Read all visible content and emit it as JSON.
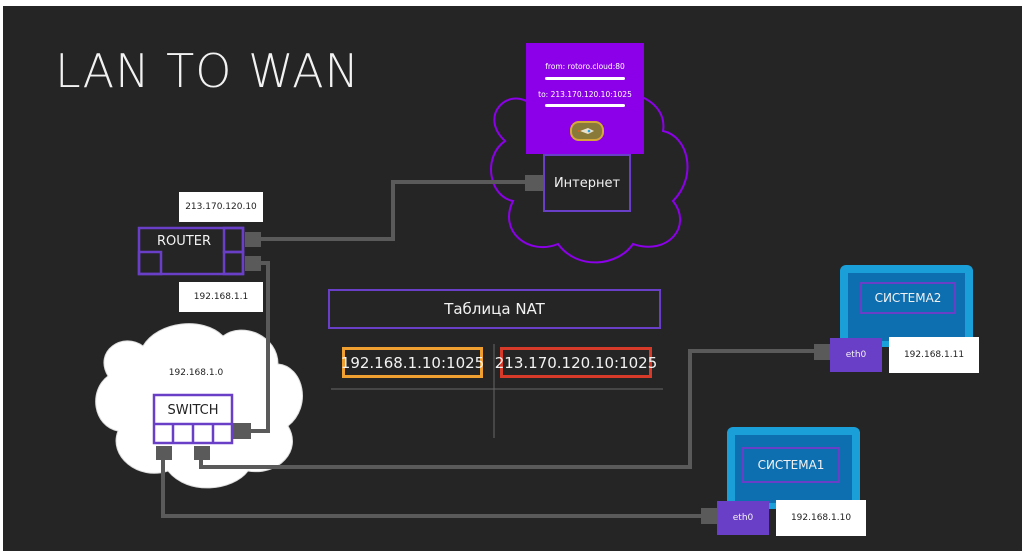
{
  "title": "LAN TO WAN",
  "router": {
    "label": "ROUTER",
    "wan_ip": "213.170.120.10",
    "lan_ip": "192.168.1.1"
  },
  "internet": {
    "label": "Интернет",
    "popup_from": "from: rotoro.cloud:80",
    "popup_to": "to: 213.170.120.10:1025",
    "popup_icon": "rocket-icon",
    "popup_color": "#8b00e8"
  },
  "switch": {
    "label": "SWITCH",
    "network": "192.168.1.0"
  },
  "nat": {
    "title": "Таблица NAT",
    "local": "192.168.1.10:1025",
    "global": "213.170.120.10:1025",
    "local_color": "#f0a030",
    "global_color": "#d83a2a"
  },
  "hosts": [
    {
      "name": "СИСТЕМА2",
      "iface": "eth0",
      "ip": "192.168.1.11"
    },
    {
      "name": "СИСТЕМА1",
      "iface": "eth0",
      "ip": "192.168.1.10"
    }
  ],
  "colors": {
    "accent": "#6a3fc8",
    "background": "#252525",
    "cable": "#5a5a5a",
    "laptop": "#1a9fd8"
  }
}
